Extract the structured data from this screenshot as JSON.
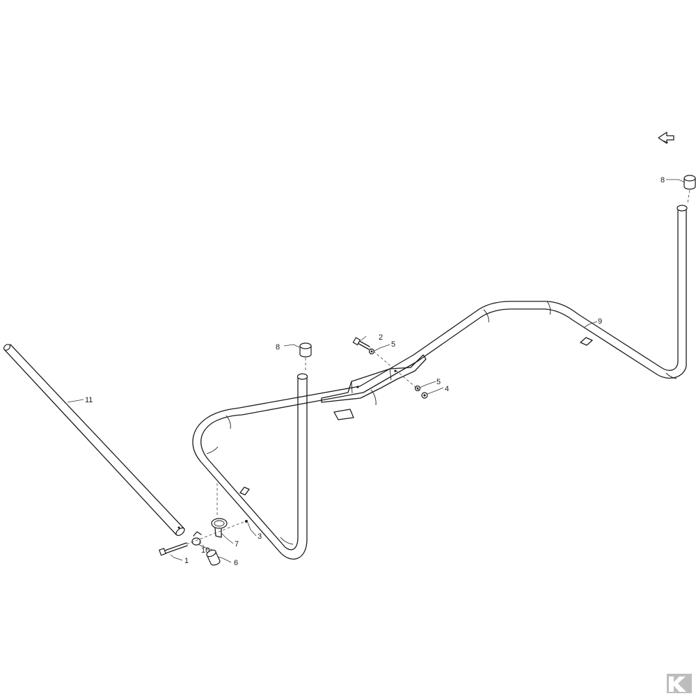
{
  "diagram": {
    "callouts": {
      "c1": "1",
      "c2": "2",
      "c3": "3",
      "c4": "4",
      "c5a": "5",
      "c5b": "5",
      "c6": "6",
      "c7": "7",
      "c8a": "8",
      "c8b": "8",
      "c9": "9",
      "c10": "10",
      "c11": "11"
    },
    "brand_logo": {
      "icon": "k-logo-icon",
      "color": "#bdbdbd"
    },
    "view_arrow_icon": "view-direction-arrow-icon"
  }
}
